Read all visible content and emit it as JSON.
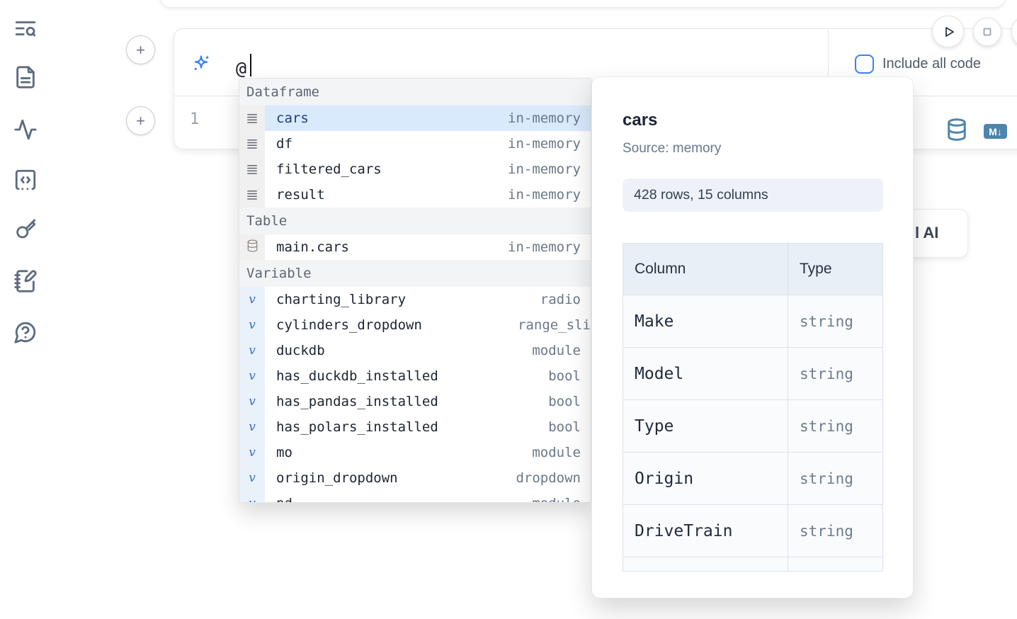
{
  "sidebar": {
    "icons": [
      "text-search",
      "file-document",
      "activity-tracer",
      "code-snippets",
      "key",
      "notebook-scratchpad",
      "help-chat"
    ]
  },
  "cell": {
    "add_cell_above_label": "+",
    "add_cell_below_label": "+",
    "ai_prompt": {
      "value": "@",
      "icon": "sparkles-ai"
    },
    "include_all_code_label": "Include all code",
    "checkbox_checked": false,
    "line_number": "1",
    "action_icons": [
      "database-convert",
      "markdown-convert"
    ],
    "markdown_badge_text": "M↓"
  },
  "run_controls": {
    "icons": [
      "play",
      "stop"
    ]
  },
  "ai_button": {
    "visible_label": "l AI"
  },
  "autocomplete": {
    "selected": "cars",
    "sections": [
      {
        "label": "Dataframe",
        "items": [
          {
            "name": "cars",
            "type": "in-memory"
          },
          {
            "name": "df",
            "type": "in-memory"
          },
          {
            "name": "filtered_cars",
            "type": "in-memory"
          },
          {
            "name": "result",
            "type": "in-memory"
          }
        ]
      },
      {
        "label": "Table",
        "items": [
          {
            "name": "main.cars",
            "type": "in-memory"
          }
        ]
      },
      {
        "label": "Variable",
        "items": [
          {
            "name": "charting_library",
            "type": "radio"
          },
          {
            "name": "cylinders_dropdown",
            "type": "range_sli"
          },
          {
            "name": "duckdb",
            "type": "module"
          },
          {
            "name": "has_duckdb_installed",
            "type": "bool"
          },
          {
            "name": "has_pandas_installed",
            "type": "bool"
          },
          {
            "name": "has_polars_installed",
            "type": "bool"
          },
          {
            "name": "mo",
            "type": "module"
          },
          {
            "name": "origin_dropdown",
            "type": "dropdown"
          },
          {
            "name": "pd",
            "type": "module"
          }
        ]
      }
    ]
  },
  "preview": {
    "title": "cars",
    "source": "Source: memory",
    "shape": "428 rows, 15 columns",
    "schema": {
      "headers": [
        "Column",
        "Type"
      ],
      "rows": [
        {
          "column": "Make",
          "type": "string"
        },
        {
          "column": "Model",
          "type": "string"
        },
        {
          "column": "Type",
          "type": "string"
        },
        {
          "column": "Origin",
          "type": "string"
        },
        {
          "column": "DriveTrain",
          "type": "string"
        }
      ]
    }
  },
  "colors": {
    "accent_blue": "#3b82f6",
    "steel_blue": "#4e85ab",
    "selected_row_bg": "#d8eafc",
    "icon_slate": "#5c6b7e",
    "variable_icon_blue": "#3b6fc4"
  }
}
